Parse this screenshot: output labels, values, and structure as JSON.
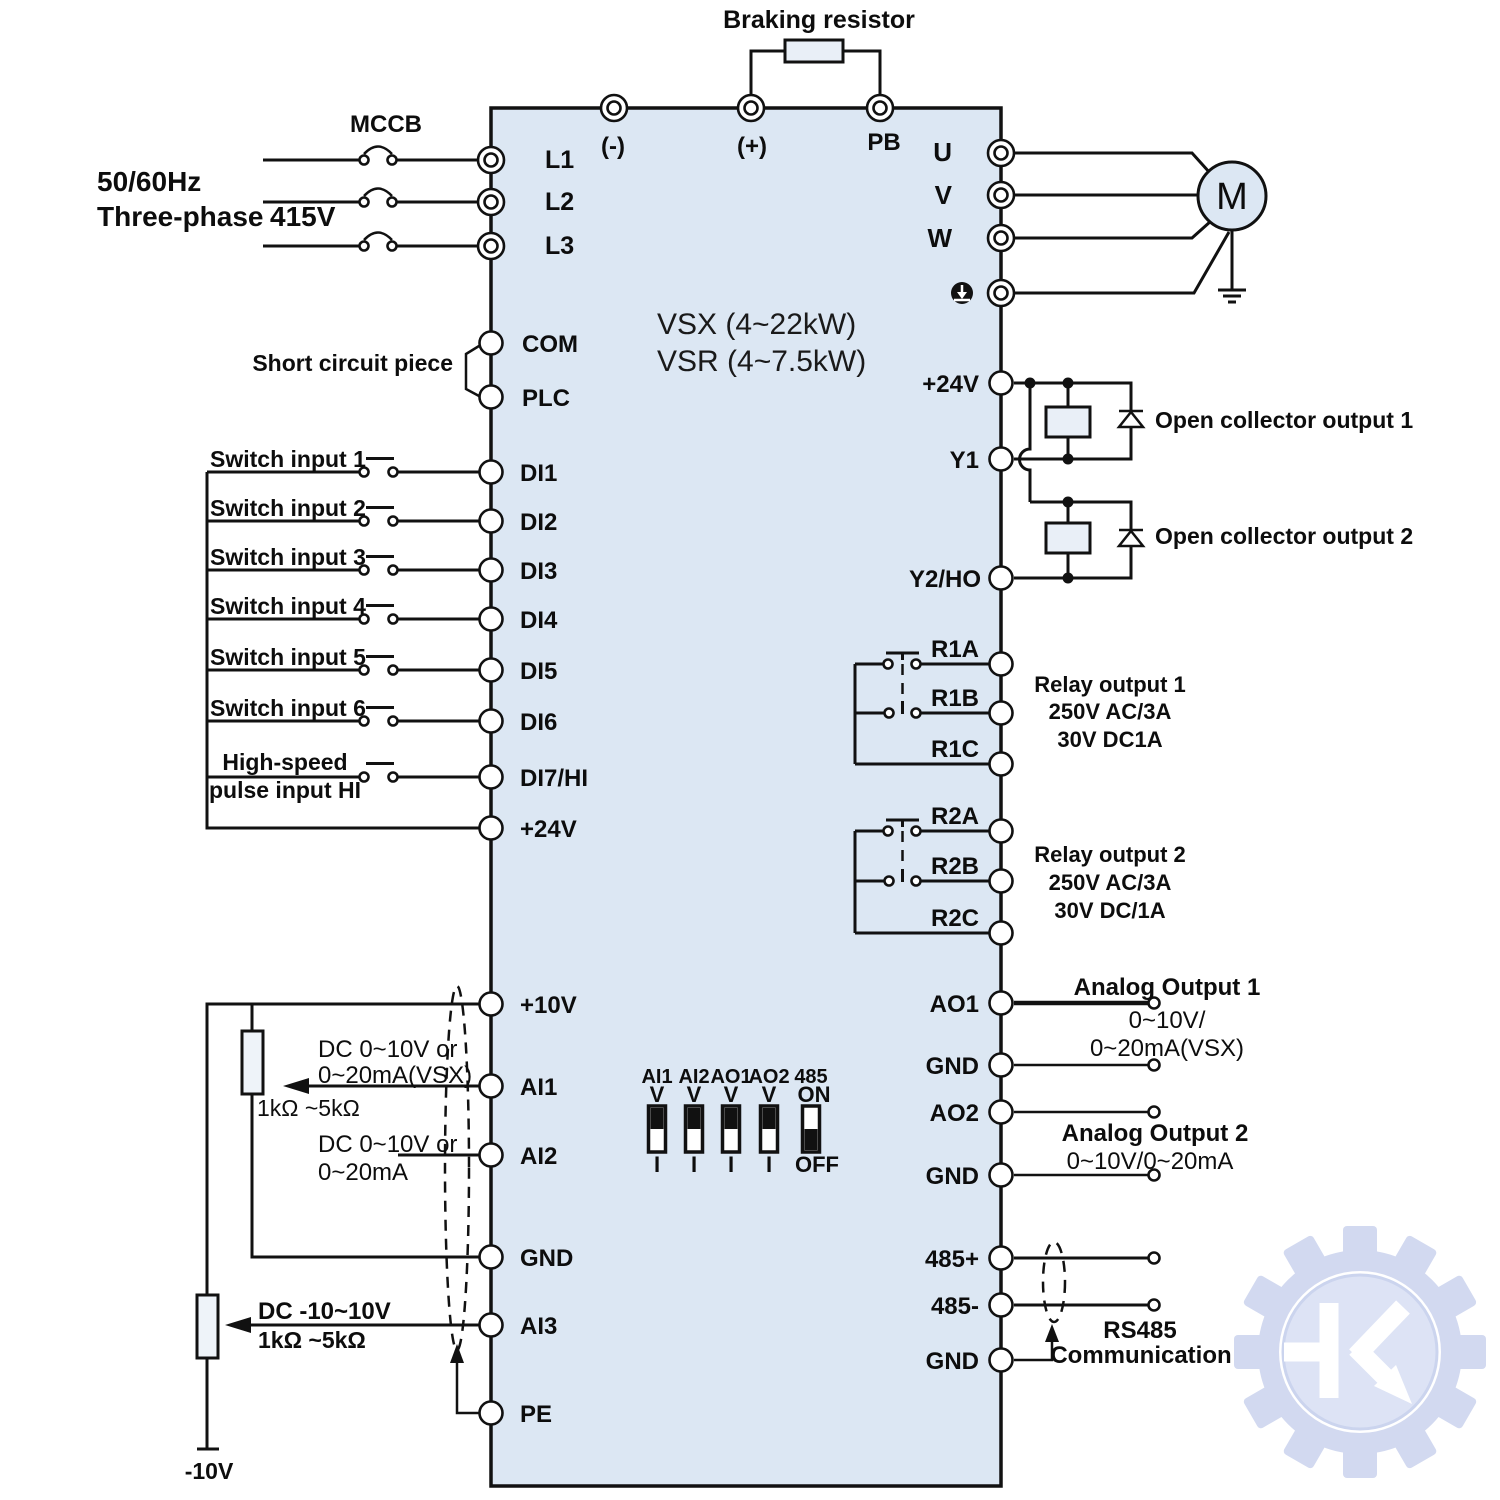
{
  "colors": {
    "box_fill": "#dce7f3",
    "line": "#111111",
    "watermark_blue": "#d2d9f0",
    "watermark_disc": "#dde3f5"
  },
  "top": {
    "braking_resistor": "Braking resistor",
    "terminals": [
      "(-)",
      "(+)",
      "PB"
    ]
  },
  "supply": {
    "mccb": "MCCB",
    "freq": "50/60Hz",
    "phase": "Three-phase",
    "voltage": "415V",
    "terminals": [
      "L1",
      "L2",
      "L3"
    ]
  },
  "device": {
    "model1": "VSX (4~22kW)",
    "model2": "VSR (4~7.5kW)",
    "motor": "M"
  },
  "output_power": {
    "terminals": [
      "U",
      "V",
      "W"
    ]
  },
  "left": {
    "short_circuit": "Short circuit piece",
    "com": "COM",
    "plc": "PLC",
    "switch_inputs": [
      "Switch input 1",
      "Switch input 2",
      "Switch input 3",
      "Switch input 4",
      "Switch input 5",
      "Switch input 6"
    ],
    "di": [
      "DI1",
      "DI2",
      "DI3",
      "DI4",
      "DI5",
      "DI6"
    ],
    "di7": "DI7/HI",
    "hs1": "High-speed",
    "hs2": "pulse input HI",
    "p24": "+24V",
    "p10": "+10V",
    "ai1": "AI1",
    "ai2": "AI2",
    "gnd": "GND",
    "ai3": "AI3",
    "pe": "PE",
    "ai1_note1": "DC 0~10V or",
    "ai1_note2": "0~20mA(VSX)",
    "pot1": "1kΩ ~5kΩ",
    "ai2_note1": "DC 0~10V or",
    "ai2_note2": "0~20mA",
    "ai3_note1": "DC -10~10V",
    "ai3_note2": "1kΩ ~5kΩ",
    "neg10": "-10V"
  },
  "right": {
    "p24": "+24V",
    "y1": "Y1",
    "y2": "Y2/HO",
    "oc1": "Open collector output 1",
    "oc2": "Open collector output 2",
    "r1": [
      "R1A",
      "R1B",
      "R1C"
    ],
    "r2": [
      "R2A",
      "R2B",
      "R2C"
    ],
    "relay1": [
      "Relay output 1",
      "250V AC/3A",
      "30V DC1A"
    ],
    "relay2": [
      "Relay output 2",
      "250V AC/3A",
      "30V DC/1A"
    ],
    "ao1": "AO1",
    "gnd1": "GND",
    "ao2": "AO2",
    "gnd2": "GND",
    "ao1_note": [
      "Analog Output 1",
      "0~10V/",
      "0~20mA(VSX)"
    ],
    "ao2_note": [
      "Analog Output 2",
      "0~10V/0~20mA"
    ],
    "b485p": "485+",
    "b485m": "485-",
    "gnd3": "GND",
    "rs485_1": "RS485",
    "rs485_2": "Communication"
  },
  "dip": {
    "labels": [
      "AI1",
      "AI2",
      "AO1",
      "AO2",
      "485"
    ],
    "v": "V",
    "i": "I",
    "on": "ON",
    "off": "OFF"
  }
}
